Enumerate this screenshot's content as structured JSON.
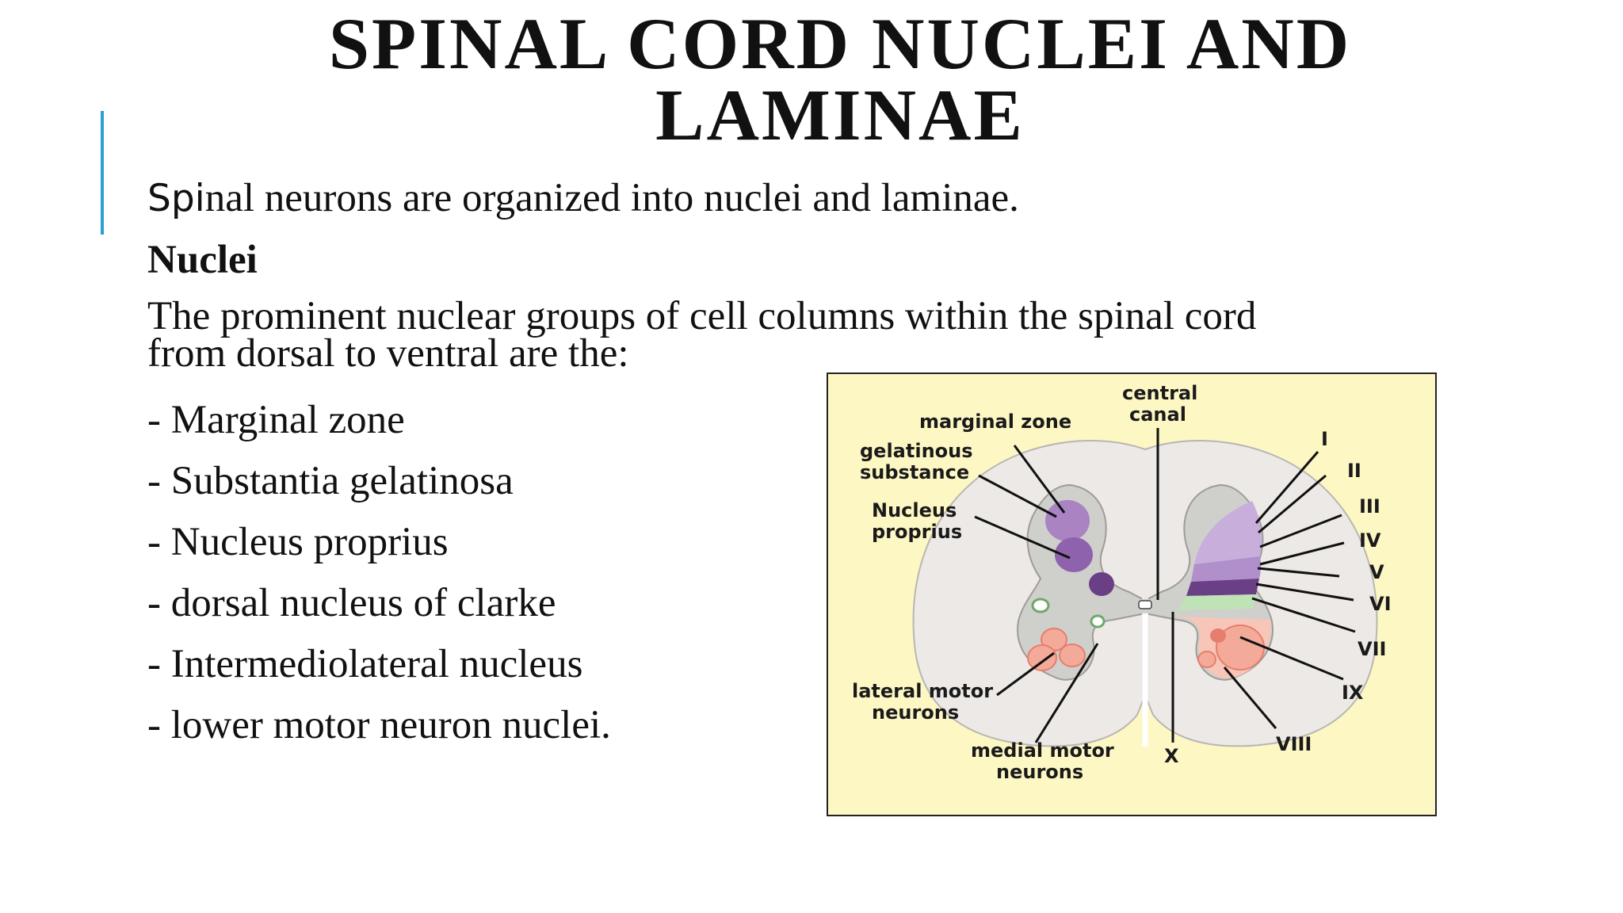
{
  "title": {
    "line1": "SPINAL CORD NUCLEI AND",
    "line2": "LAMINAE"
  },
  "intro": {
    "prefix": "Spi",
    "rest": "nal neurons are organized into nuclei and laminae."
  },
  "heading": "Nuclei",
  "paragraph": "The prominent nuclear groups of cell columns within the spinal cord from dorsal to ventral are the:",
  "list": [
    "- Marginal zone",
    "- Substantia gelatinosa",
    "- Nucleus proprius",
    "- dorsal nucleus of clarke",
    "- Intermediolateral nucleus",
    "- lower motor neuron nuclei."
  ],
  "figure": {
    "labels": {
      "central_canal_1": "central",
      "central_canal_2": "canal",
      "marginal_zone": "marginal zone",
      "gelatinous_1": "gelatinous",
      "gelatinous_2": "substance",
      "nucleus_1": "Nucleus",
      "nucleus_2": "proprius",
      "lateral_1": "lateral motor",
      "lateral_2": "neurons",
      "medial_1": "medial motor",
      "medial_2": "neurons"
    },
    "laminae": {
      "I": "I",
      "II": "II",
      "III": "III",
      "IV": "IV",
      "V": "V",
      "VI": "VI",
      "VII": "VII",
      "VIII": "VIII",
      "IX": "IX",
      "X": "X"
    },
    "colors": {
      "background": "#fdf7c4",
      "white_matter": "#ece9e6",
      "gray_matter": "#cfcfcb",
      "dorsal_purple": "#a983c2",
      "dark_purple": "#6a3f86",
      "green": "#bfe3b6",
      "motor_red": "#f4aa98",
      "motor_dark": "#e57e6c"
    }
  }
}
